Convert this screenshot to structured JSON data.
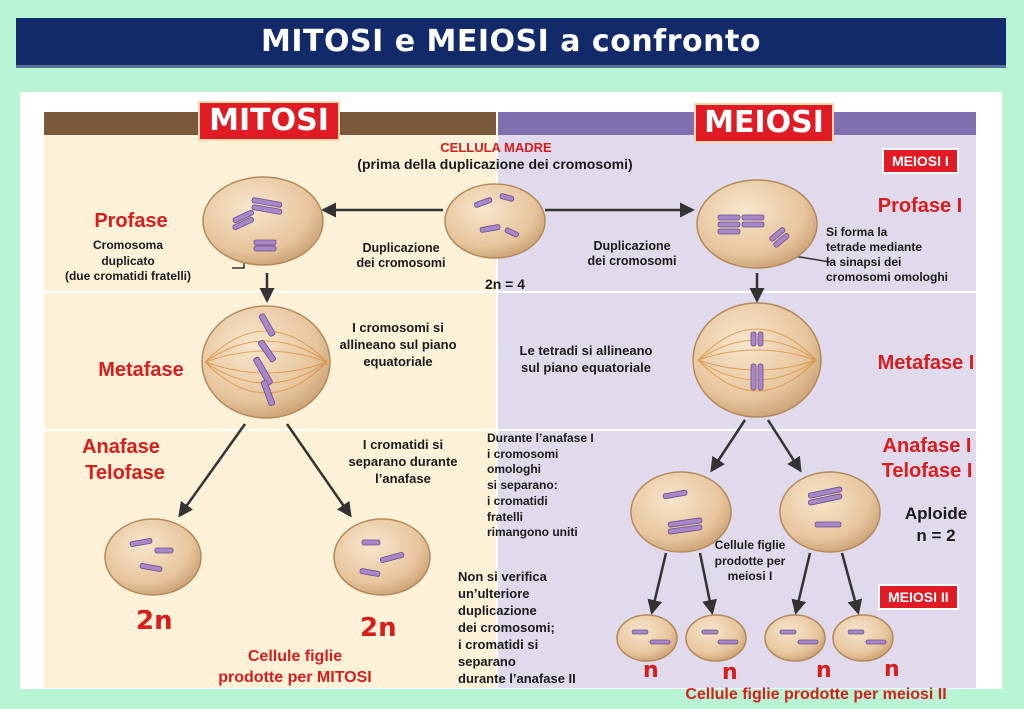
{
  "title": "MITOSI e MEIOSI a confronto",
  "mitosis_header": "MITOSI",
  "meiosis_header": "MEIOSI",
  "meiosi_i_badge": "MEIOSI  I",
  "meiosi_ii_badge": "MEIOSI II",
  "mother_cell": {
    "title": "CELLULA MADRE",
    "subtitle": "(prima della duplicazione dei cromosomi)",
    "count": "2n = 4"
  },
  "duplication_left": [
    "Duplicazione",
    "dei cromosomi"
  ],
  "duplication_right": [
    "Duplicazione",
    "dei cromosomi"
  ],
  "mitosis": {
    "profase": "Profase",
    "profase_note": [
      "Cromosoma",
      "duplicato",
      "(due cromatidi fratelli)"
    ],
    "metafase": "Metafase",
    "metafase_note": [
      "I cromosomi si",
      "allineano sul piano",
      "equatoriale"
    ],
    "anafase": "Anafase",
    "telofase": "Telofase",
    "anafase_note": [
      "I cromatidi si",
      "separano durante",
      "l’anafase"
    ],
    "daughter_left": "2n",
    "daughter_right": "2n",
    "daughters_caption": [
      "Cellule figlie",
      "prodotte per MITOSI"
    ]
  },
  "meiosis": {
    "profase": "Profase I",
    "profase_note": [
      "Si forma la",
      "tetrade mediante",
      "la sinapsi dei",
      "cromosomi omologhi"
    ],
    "metafase": "Metafase I",
    "metafase_note": [
      "Le tetradi si allineano",
      "sul piano equatoriale"
    ],
    "anafase": "Anafase I",
    "telofase": "Telofase I",
    "anafase_note": [
      "Durante l’anafase I",
      "i cromosomi",
      "omologhi",
      "si separano:",
      "i cromatidi",
      "fratelli",
      "rimangono uniti"
    ],
    "aploide": [
      "Aploide",
      "n = 2"
    ],
    "meiosis_i_daughters": [
      "Cellule figlie",
      "prodotte per",
      "meiosi I"
    ],
    "no_duplication_note": [
      "Non si verifica",
      "un’ulteriore",
      "duplicazione",
      "dei cromosomi;",
      "i cromatidi si",
      "separano",
      "durante l’anafase II"
    ],
    "final_counts": [
      "n",
      "n",
      "n",
      "n"
    ],
    "final_caption": "Cellule figlie prodotte per meiosi II"
  },
  "colors": {
    "title_bg": "#132a6a",
    "mitosis_bg": "#fdf2d8",
    "meiosis_bg": "#e1d9ec",
    "header_mitosis": "#7a5a3a",
    "header_meiosis": "#8070b0",
    "accent_red": "#d81d1d",
    "cell_fill": "#e9c79f",
    "chromosome": "#a886c8"
  }
}
